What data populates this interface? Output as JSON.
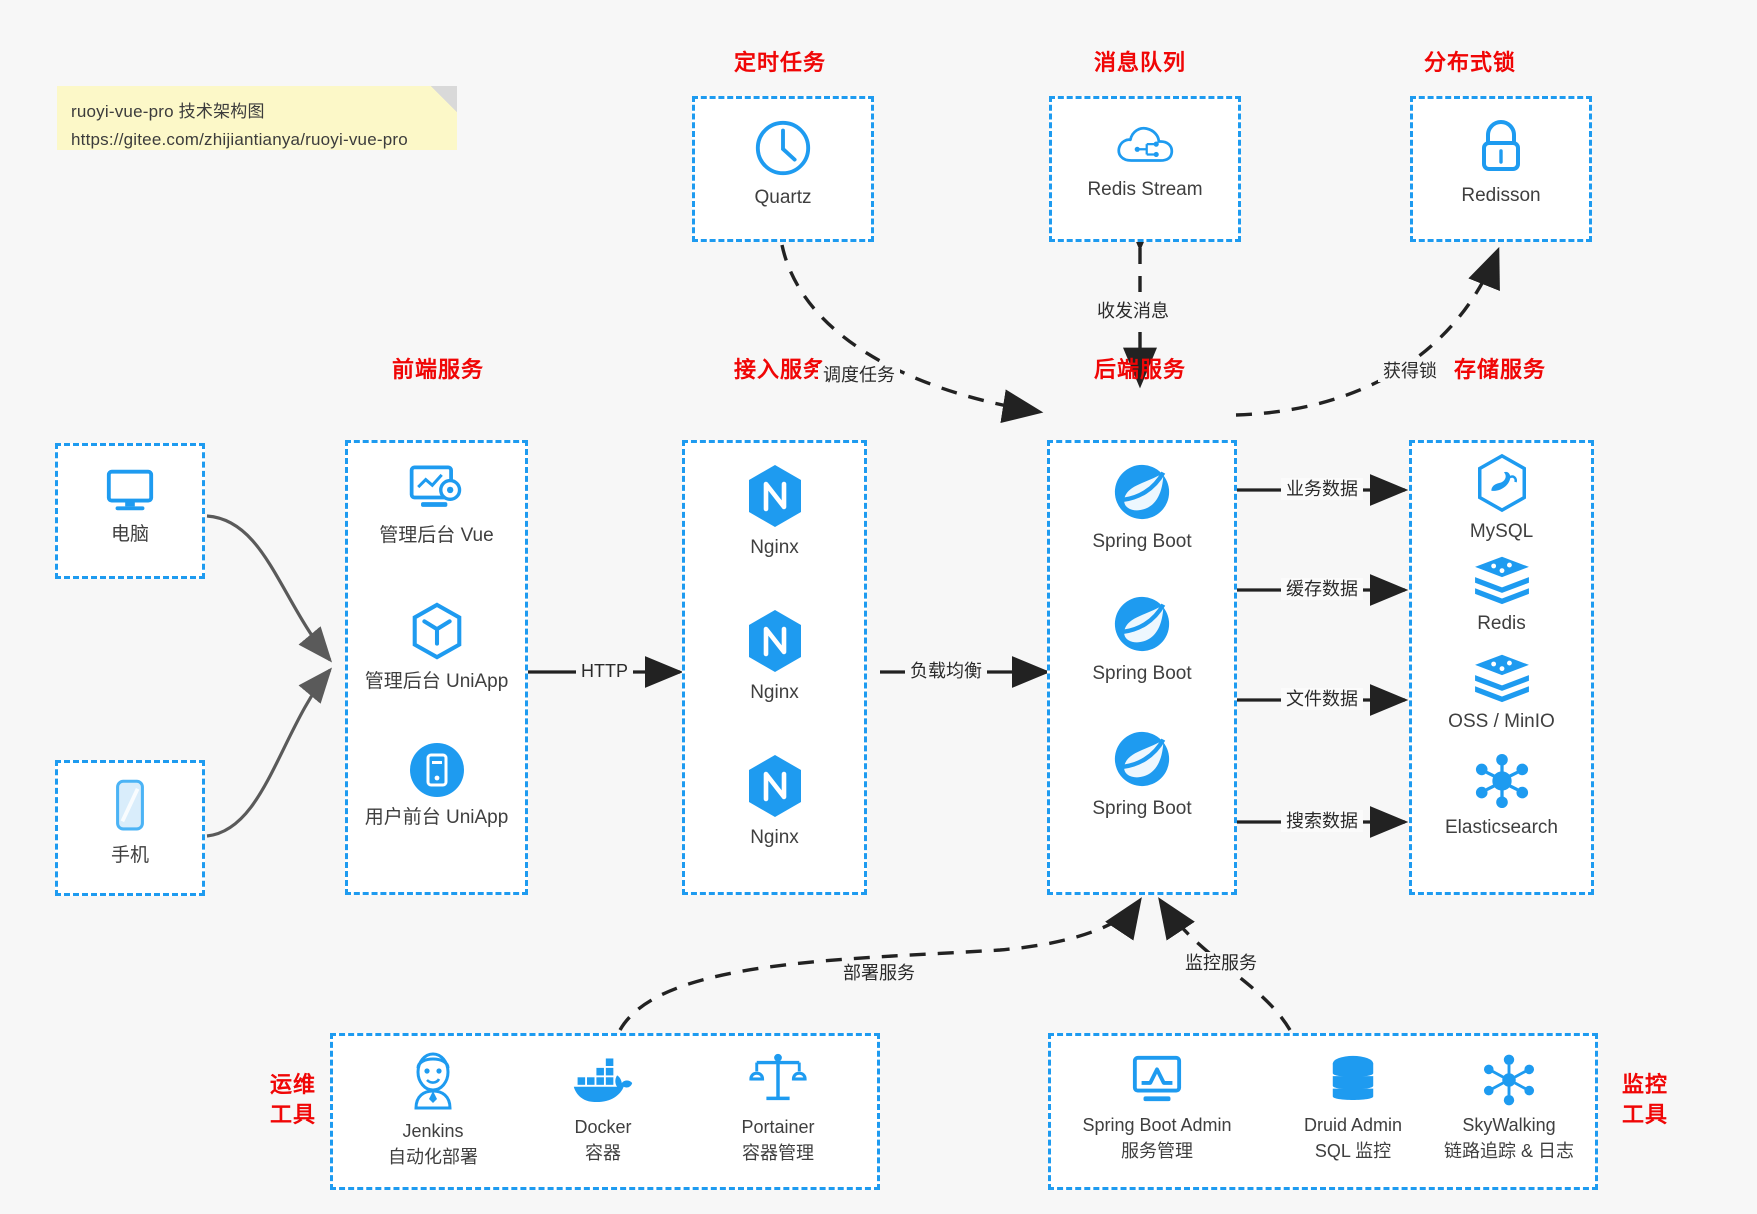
{
  "note": {
    "line1": "ruoyi-vue-pro 技术架构图",
    "line2": "https://gitee.com/zhijiantianya/ruoyi-vue-pro"
  },
  "colors": {
    "accent_blue": "#1e9bf0",
    "title_red": "#f00606",
    "background": "#f7f7f7",
    "note_yellow": "#fcf8c8",
    "arrow_gray": "#5a5a5a",
    "arrow_black": "#222222"
  },
  "groups": {
    "scheduled_task": {
      "title": "定时任务",
      "nodes": [
        {
          "label": "Quartz",
          "icon": "clock-icon"
        }
      ]
    },
    "message_queue": {
      "title": "消息队列",
      "nodes": [
        {
          "label": "Redis Stream",
          "icon": "cloud-stream-icon"
        }
      ]
    },
    "distributed_lock": {
      "title": "分布式锁",
      "nodes": [
        {
          "label": "Redisson",
          "icon": "lock-icon"
        }
      ]
    },
    "client_pc": {
      "nodes": [
        {
          "label": "电脑",
          "icon": "monitor-icon"
        }
      ]
    },
    "client_phone": {
      "nodes": [
        {
          "label": "手机",
          "icon": "phone-icon"
        }
      ]
    },
    "frontend": {
      "title": "前端服务",
      "nodes": [
        {
          "label": "管理后台 Vue",
          "icon": "dashboard-gear-icon"
        },
        {
          "label": "管理后台 UniApp",
          "icon": "cube-icon"
        },
        {
          "label": "用户前台 UniApp",
          "icon": "mobile-app-icon"
        }
      ]
    },
    "gateway": {
      "title": "接入服务",
      "nodes": [
        {
          "label": "Nginx",
          "icon": "nginx-icon"
        },
        {
          "label": "Nginx",
          "icon": "nginx-icon"
        },
        {
          "label": "Nginx",
          "icon": "nginx-icon"
        }
      ]
    },
    "backend": {
      "title": "后端服务",
      "nodes": [
        {
          "label": "Spring Boot",
          "icon": "spring-leaf-icon"
        },
        {
          "label": "Spring Boot",
          "icon": "spring-leaf-icon"
        },
        {
          "label": "Spring Boot",
          "icon": "spring-leaf-icon"
        }
      ]
    },
    "storage": {
      "title": "存储服务",
      "nodes": [
        {
          "label": "MySQL",
          "icon": "mysql-dolphin-icon"
        },
        {
          "label": "Redis",
          "icon": "redis-stack-icon"
        },
        {
          "label": "OSS / MinIO",
          "icon": "object-storage-icon"
        },
        {
          "label": "Elasticsearch",
          "icon": "elasticsearch-icon"
        }
      ]
    },
    "devops": {
      "title": "运维\n工具",
      "title_line1": "运维",
      "title_line2": "工具",
      "nodes": [
        {
          "label": "Jenkins",
          "sub": "自动化部署",
          "icon": "jenkins-butler-icon"
        },
        {
          "label": "Docker",
          "sub": "容器",
          "icon": "docker-whale-icon"
        },
        {
          "label": "Portainer",
          "sub": "容器管理",
          "icon": "scales-icon"
        }
      ]
    },
    "monitoring": {
      "title_line1": "监控",
      "title_line2": "工具",
      "nodes": [
        {
          "label": "Spring Boot Admin",
          "sub": "服务管理",
          "icon": "monitor-chart-icon"
        },
        {
          "label": "Druid Admin",
          "sub": "SQL 监控",
          "icon": "database-icon"
        },
        {
          "label": "SkyWalking",
          "sub": "链路追踪 & 日志",
          "icon": "skywalking-icon"
        }
      ]
    }
  },
  "edges": {
    "http": "HTTP",
    "load_balance": "负载均衡",
    "schedule_task": "调度任务",
    "send_receive_message": "收发消息",
    "acquire_lock": "获得锁",
    "business_data": "业务数据",
    "cache_data": "缓存数据",
    "file_data": "文件数据",
    "search_data": "搜索数据",
    "deploy_service": "部署服务",
    "monitor_service": "监控服务"
  }
}
